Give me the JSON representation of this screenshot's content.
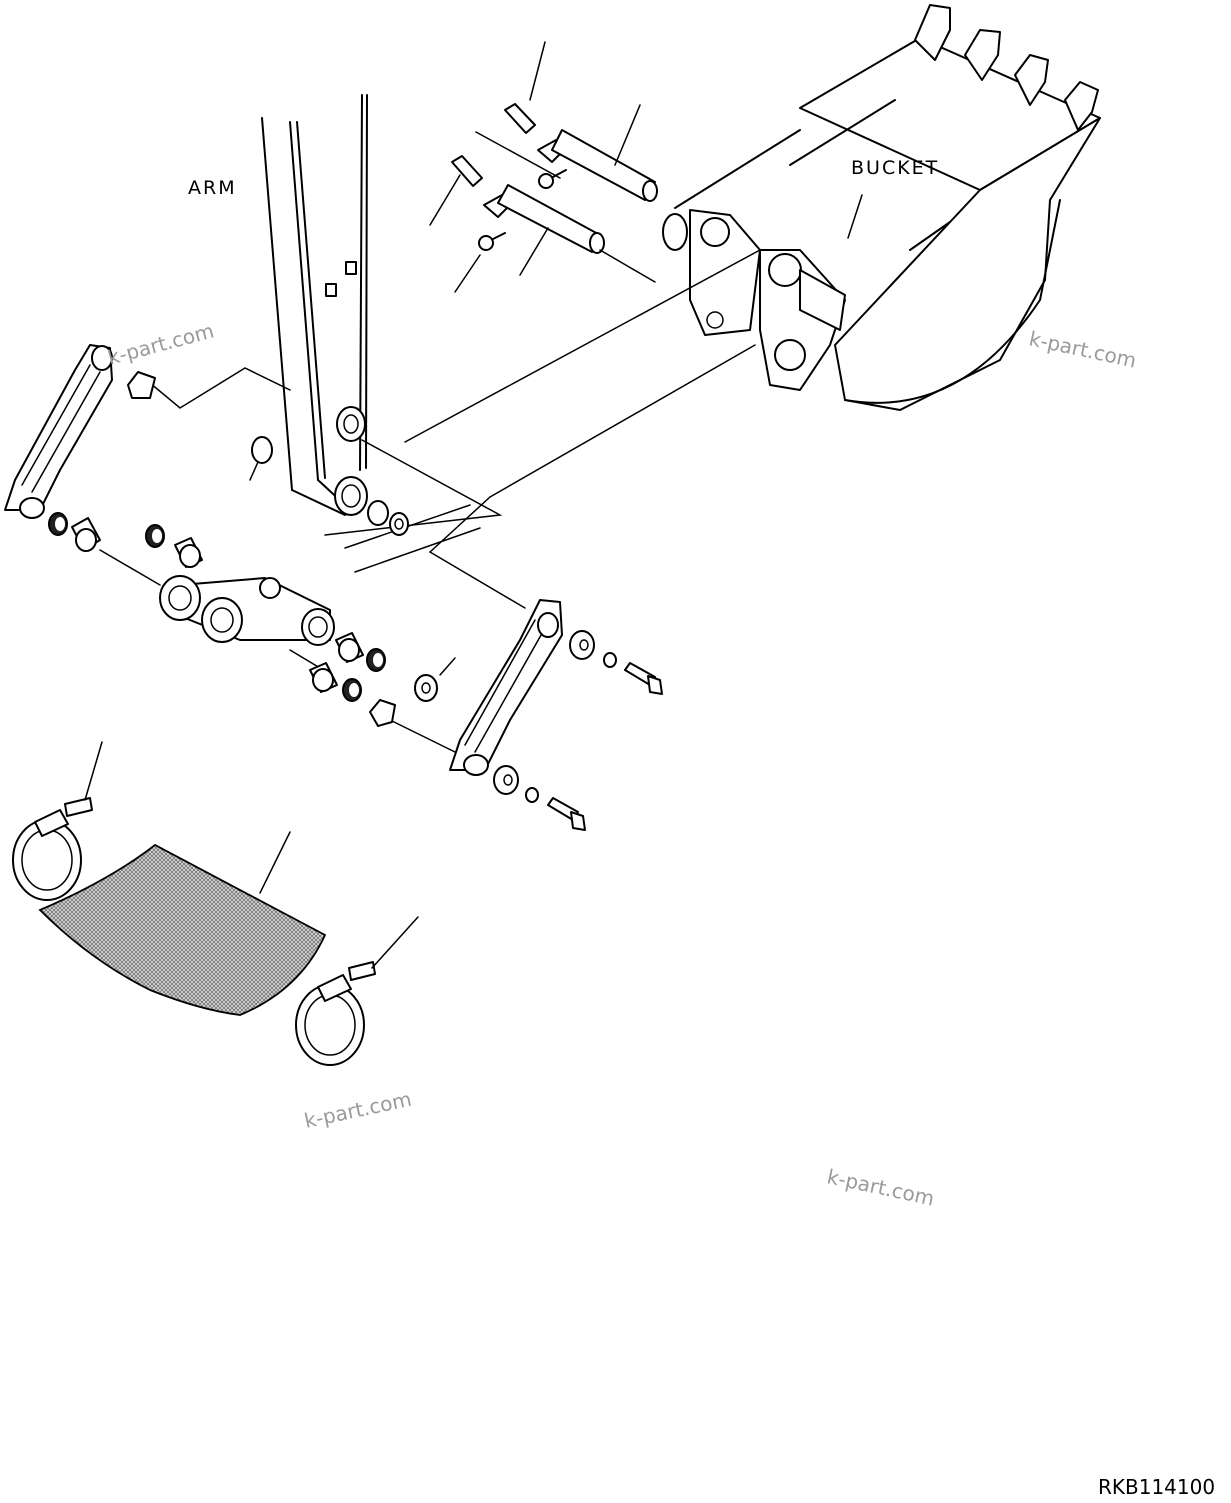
{
  "labels": {
    "arm": "ARM",
    "bucket": "BUCKET"
  },
  "drawing_code": "RKB114100",
  "watermarks": [
    "k-part.com",
    "k-part.com",
    "k-part.com",
    "k-part.com"
  ],
  "colors": {
    "line": "#000000",
    "background": "#ffffff",
    "watermark": "#9a9a9a",
    "mesh": "#8a8a8a"
  }
}
